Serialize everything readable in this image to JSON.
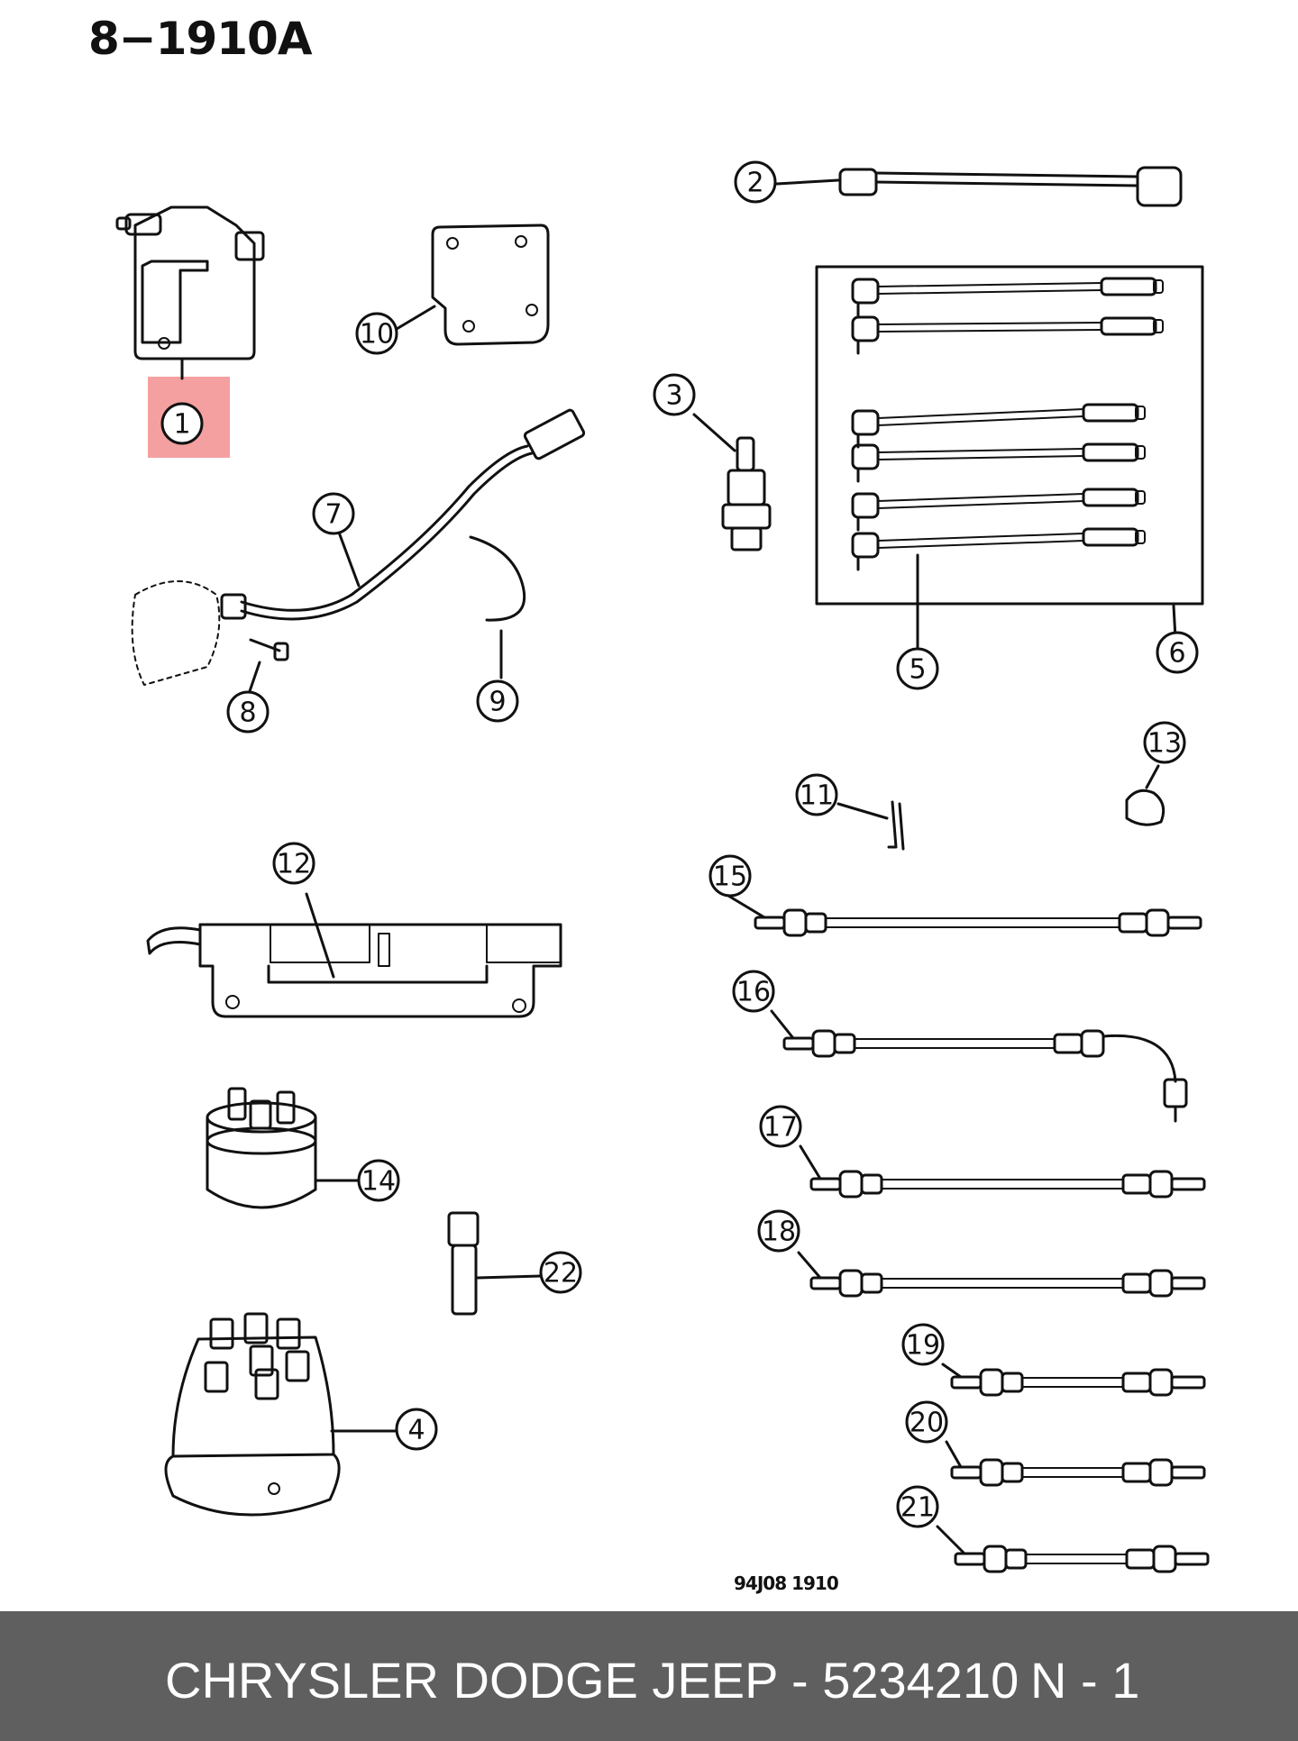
{
  "header": {
    "page_code": "8−1910A"
  },
  "diagram": {
    "drawing_code": "94J08  1910",
    "highlight_color": "#f4a0a0",
    "callouts": [
      {
        "id": "1",
        "label": "1"
      },
      {
        "id": "2",
        "label": "2"
      },
      {
        "id": "3",
        "label": "3"
      },
      {
        "id": "4",
        "label": "4"
      },
      {
        "id": "5",
        "label": "5"
      },
      {
        "id": "6",
        "label": "6"
      },
      {
        "id": "7",
        "label": "7"
      },
      {
        "id": "8",
        "label": "8"
      },
      {
        "id": "9",
        "label": "9"
      },
      {
        "id": "10",
        "label": "10"
      },
      {
        "id": "11",
        "label": "11"
      },
      {
        "id": "12",
        "label": "12"
      },
      {
        "id": "13",
        "label": "13"
      },
      {
        "id": "14",
        "label": "14"
      },
      {
        "id": "15",
        "label": "15"
      },
      {
        "id": "16",
        "label": "16"
      },
      {
        "id": "17",
        "label": "17"
      },
      {
        "id": "18",
        "label": "18"
      },
      {
        "id": "19",
        "label": "19"
      },
      {
        "id": "20",
        "label": "20"
      },
      {
        "id": "21",
        "label": "21"
      },
      {
        "id": "22",
        "label": "22"
      }
    ]
  },
  "footer": {
    "part_text": "CHRYSLER DODGE JEEP - 5234210",
    "quantity_text": "N - 1",
    "background": "#5f5f5f",
    "text_color": "#ffffff"
  }
}
